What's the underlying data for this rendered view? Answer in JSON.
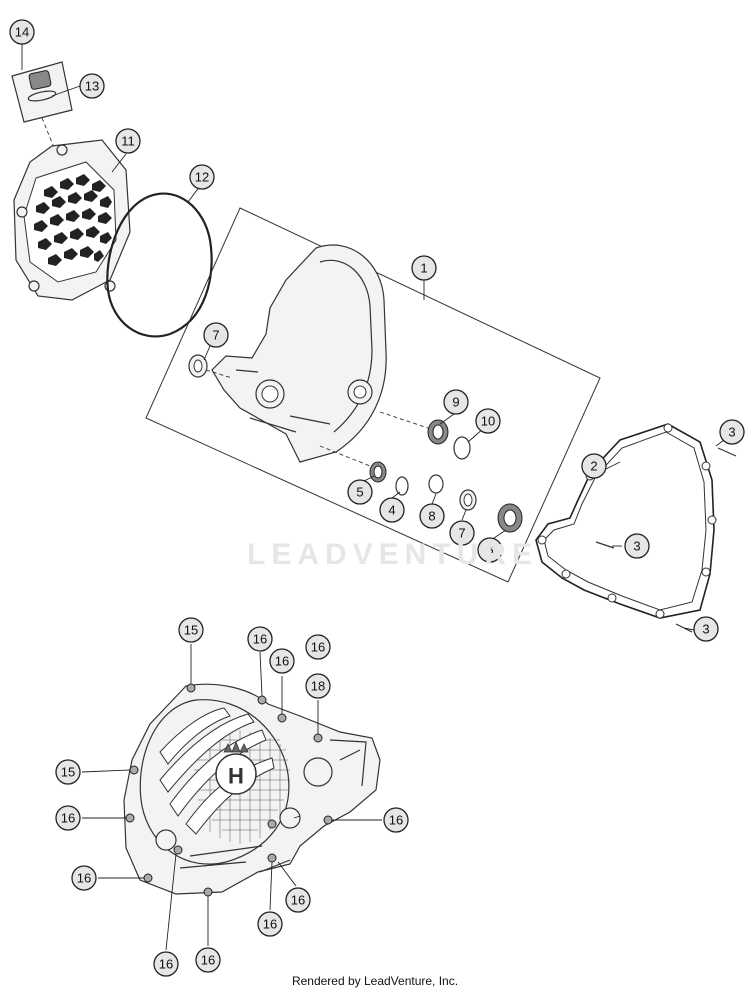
{
  "watermark": "LEADVENTURE",
  "footer": "Rendered by LeadVenture, Inc.",
  "callouts": [
    "14",
    "13",
    "11",
    "12",
    "1",
    "7",
    "9",
    "10",
    "5",
    "4",
    "8",
    "7",
    "6",
    "2",
    "3",
    "3",
    "3",
    "15",
    "16",
    "16",
    "16",
    "18",
    "15",
    "16",
    "16",
    "16",
    "16",
    "16",
    "16",
    "16",
    "16"
  ]
}
